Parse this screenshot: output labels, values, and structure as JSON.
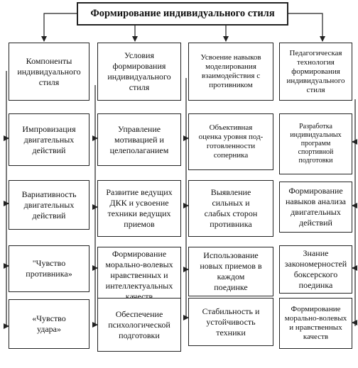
{
  "title": "Формирование индивидуального стиля",
  "columns": [
    {
      "header": "Компоненты\nиндивидуального\nстиля",
      "items": [
        "Импровизация\nдвигательных\nдействий",
        "Вариативность\nдвигательных\nдействий",
        "\"Чувство\nпротивника»",
        "«Чувство\nудара»"
      ]
    },
    {
      "header": "Условия\nформирования\nиндивидуального\nстиля",
      "items": [
        "Управление\nмотивацией и\nцелеполаганием",
        "Развитие ведущих\nДКК и усвоение\nтехники ведущих\nприемов",
        "Формирование\nморально-волевых\nнравственных и\nинтеллектуальных\nкачеств",
        "Обеспечение\nпсихологической\nподготовки"
      ]
    },
    {
      "header": "Усвоение навыков\nмоделирования\nвзаимодействия с\nпротивником",
      "items": [
        "Объективная\nоценка уровня под-\nготовленности\nсоперника",
        "Выявление\nсильных и\nслабых сторон\nпротивника",
        "Использование\nновых приемов в\nкаждом\nпоединке",
        "Стабильность и\nустойчивость\nтехники"
      ]
    },
    {
      "header": "Педагогическая\nтехнология\nформирования\nиндивидуального\nстиля",
      "items": [
        "Разработка\nиндивидуальных\nпрограмм спортивной\nподготовки",
        "Формирование\nнавыков анализа\nдвигательных\nдействий",
        "Знание\nзакономерностей\nбоксерского\nпоединка",
        "Формирование\nморально-волевых\nи нравственных\nкачеств"
      ]
    }
  ]
}
